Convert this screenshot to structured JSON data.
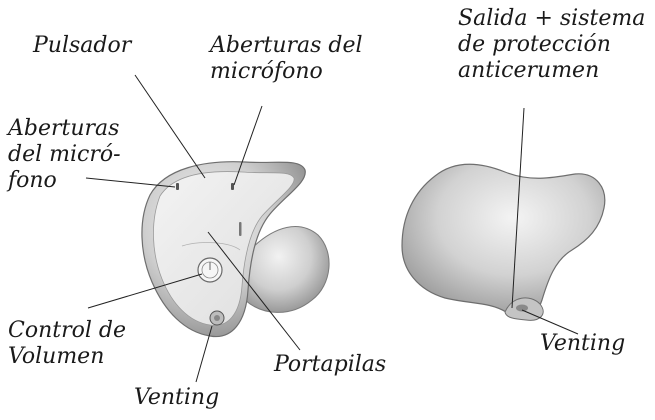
{
  "figure": {
    "colors": {
      "background": "#ffffff",
      "device_fill": "#d8d8d8",
      "faceplate_fill": "#ececec",
      "shadow": "#9a9a9a",
      "leader_line": "#222222",
      "text": "#1a1a1a"
    },
    "labels": {
      "pulsador": "Pulsador",
      "aberturas_top": "Aberturas del\nmicrófono",
      "aberturas_left": "Aberturas\ndel micró-\nfono",
      "control_volumen": "Control de\nVolumen",
      "portapilas": "Portapilas",
      "venting_left": "Venting",
      "salida": "Salida + sistema\nde protección\nanticerumen",
      "venting_right": "Venting"
    }
  }
}
